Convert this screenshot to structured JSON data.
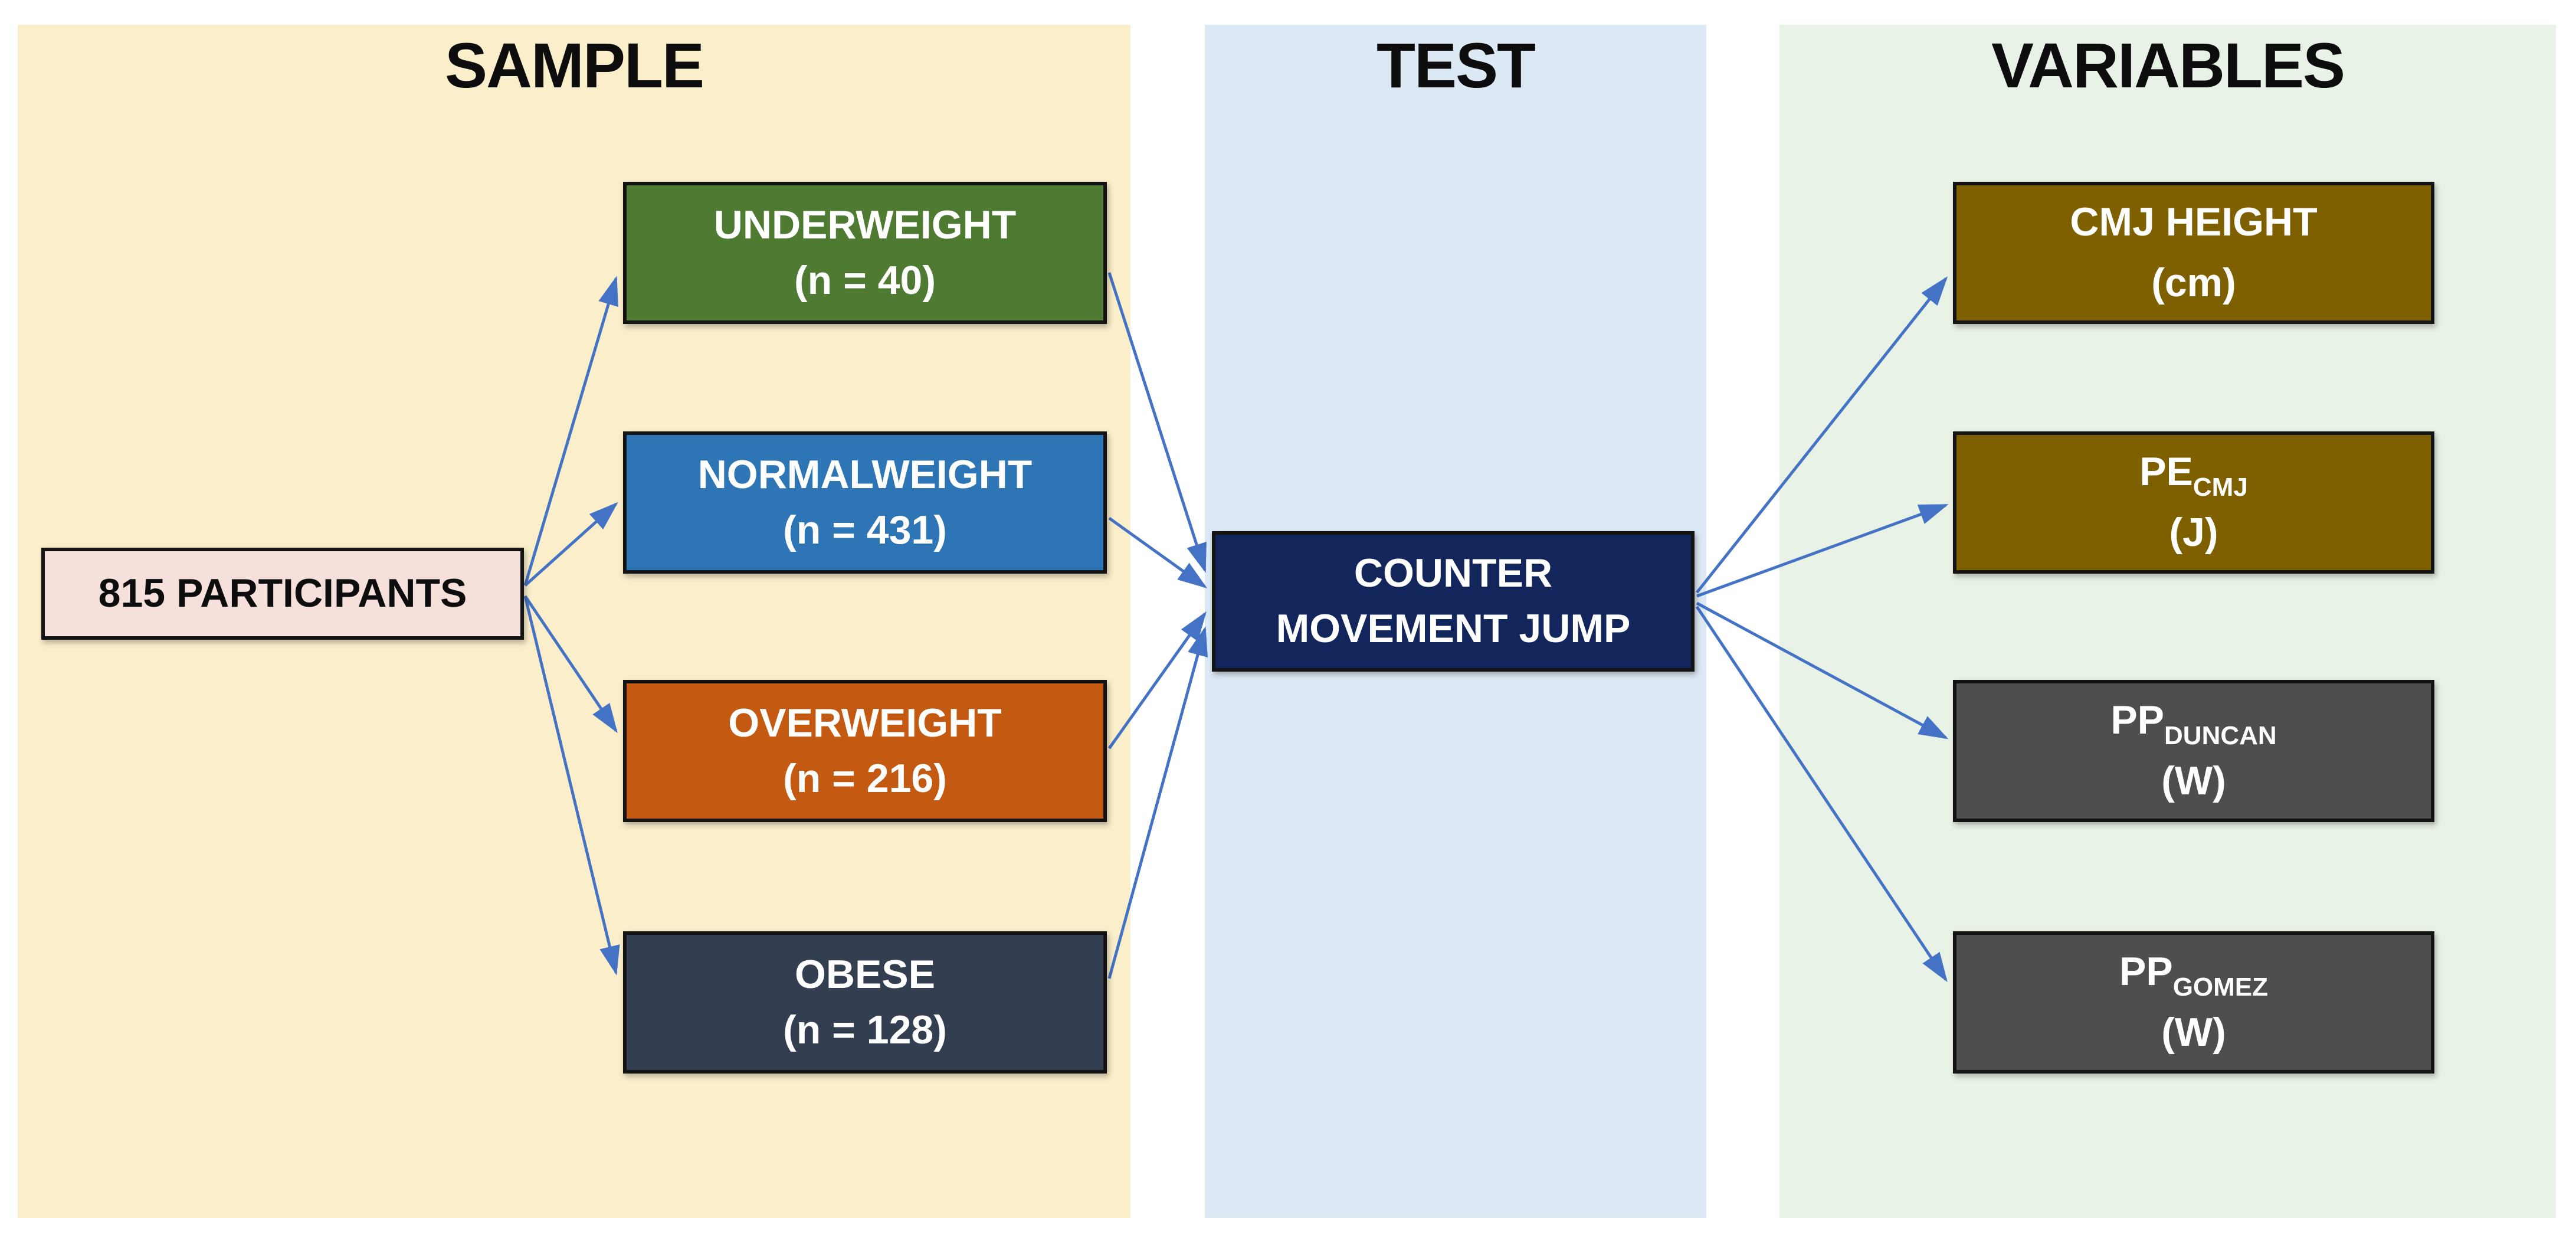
{
  "diagram": {
    "sample": {
      "title": "SAMPLE",
      "participants": {
        "label": "815 PARTICIPANTS",
        "bg": "#F5E0DC"
      },
      "groups": [
        {
          "name": "UNDERWEIGHT",
          "n": "(n = 40)",
          "bg": "#4E7B31"
        },
        {
          "name": "NORMALWEIGHT",
          "n": "(n = 431)",
          "bg": "#2E75B6"
        },
        {
          "name": "OVERWEIGHT",
          "n": "(n = 216)",
          "bg": "#C45911"
        },
        {
          "name": "OBESE",
          "n": "(n = 128)",
          "bg": "#333F50"
        }
      ]
    },
    "test": {
      "title": "TEST",
      "node": {
        "line1": "COUNTER",
        "line2": "MOVEMENT JUMP",
        "bg": "#13265B"
      }
    },
    "variables": {
      "title": "VARIABLES",
      "items": [
        {
          "main": "CMJ HEIGHT",
          "sub": "",
          "unit": "(cm)",
          "bg": "#7E6000"
        },
        {
          "main": "PE",
          "sub": "CMJ",
          "unit": "(J)",
          "bg": "#7E6000"
        },
        {
          "main": "PP",
          "sub": "DUNCAN",
          "unit": "(W)",
          "bg": "#4E4E4E"
        },
        {
          "main": "PP",
          "sub": "GOMEZ",
          "unit": "(W)",
          "bg": "#4E4E4E"
        }
      ]
    }
  },
  "colors": {
    "sample_panel_bg": "#FBEECB",
    "test_panel_bg": "#DCE8F4",
    "variables_panel_bg": "#E9F2E6",
    "arrow": "#4472C4",
    "node_border": "#141414",
    "title_text": "#0D0D0D",
    "node_text": "#FFFFFF"
  }
}
